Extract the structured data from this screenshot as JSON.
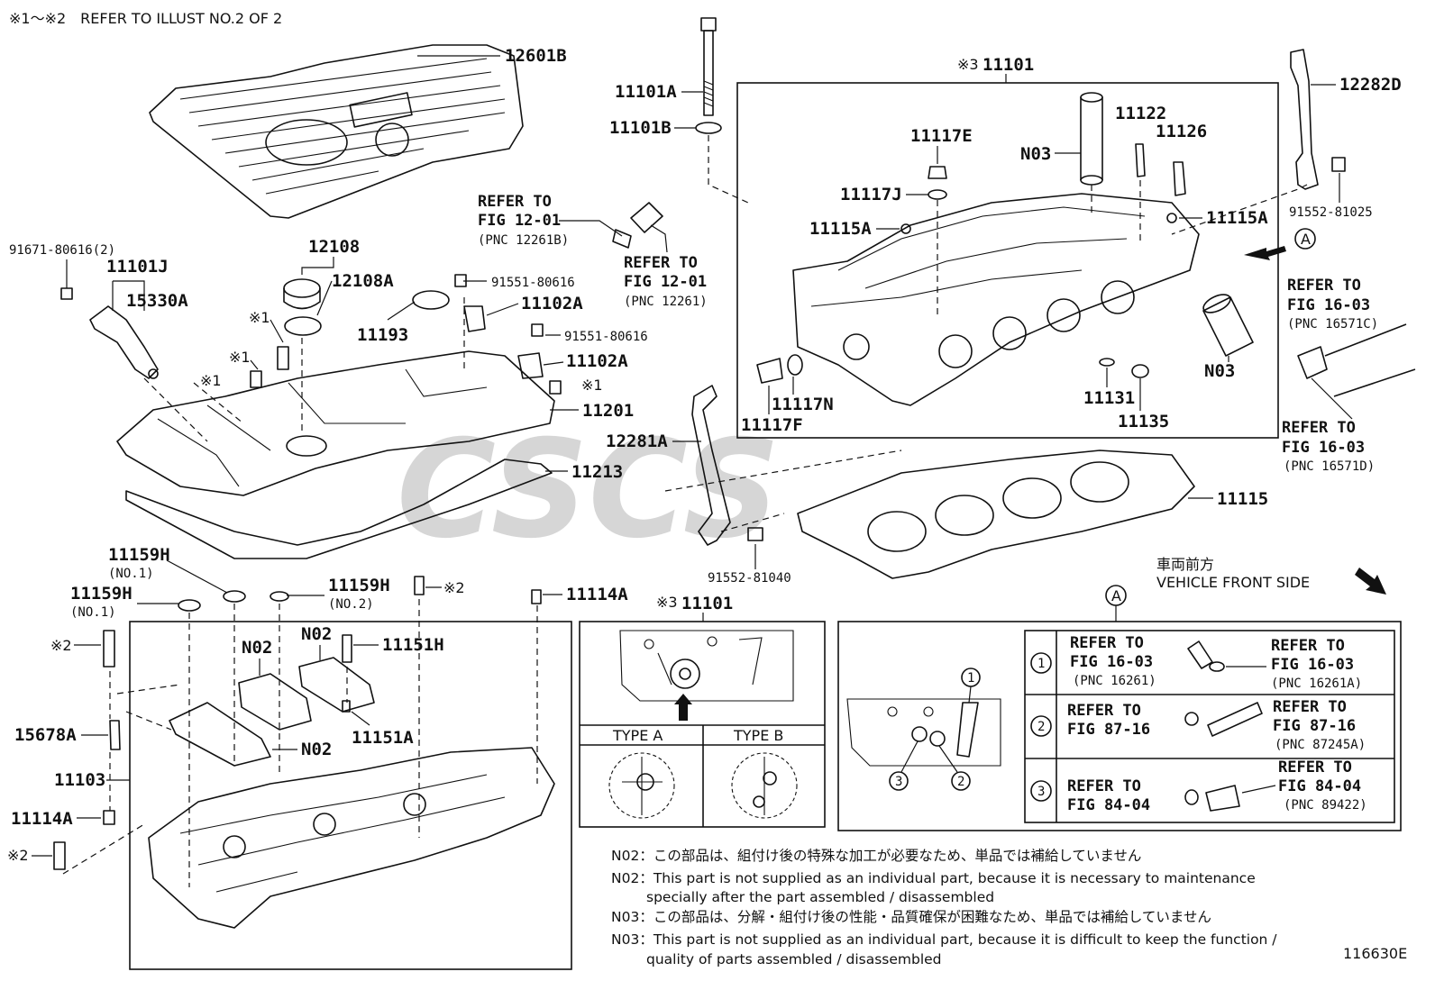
{
  "header_note": "※1～※2　REFER TO ILLUST NO.2 OF 2",
  "figure_id": "116630E",
  "watermark_text": "CSCS",
  "parts": {
    "p12601B": "12601B",
    "p91671": "91671-80616(2)",
    "p11101J": "11101J",
    "p15330A": "15330A",
    "p12108": "12108",
    "p12108A": "12108A",
    "p11193": "11193",
    "p91551a": "91551-80616",
    "p11102A_a": "11102A",
    "p91551b": "91551-80616",
    "p11102A_b": "11102A",
    "p11201": "11201",
    "p11213": "11213",
    "p11101A": "11101A",
    "p11101B": "11101B",
    "p11101_main": "11101",
    "p11117E": "11117E",
    "p11117J": "11117J",
    "pN03_a": "N03",
    "p11122": "11122",
    "p11126": "11126",
    "p11115A_a": "11115A",
    "p11115A_b": "11115A",
    "p12282D": "12282D",
    "p91552a": "91552-81025",
    "p11117N": "11117N",
    "p11117F": "11117F",
    "pN03_b": "N03",
    "p11131": "11131",
    "p11135": "11135",
    "p12281A": "12281A",
    "p11115": "11115",
    "p91552b": "91552-81040",
    "p11159H_1": "11159H",
    "p11159H_2": "11159H",
    "p11159H_3": "11159H",
    "p11114A_a": "11114A",
    "p11114A_b": "11114A",
    "pN02_a": "N02",
    "pN02_b": "N02",
    "pN02_c": "N02",
    "p11151H": "11151H",
    "p11151A": "11151A",
    "p15678A": "15678A",
    "p11103": "11103",
    "p11101_inset": "11101"
  },
  "marks": {
    "x1": "※1",
    "x2": "※2",
    "x3": "※3",
    "no1": "(NO.1)",
    "no2": "(NO.2)",
    "a": "A",
    "c1": "1",
    "c2": "2",
    "c3": "3"
  },
  "refs": {
    "r1": {
      "line1": "REFER TO",
      "line2": "FIG 12-01",
      "pnc": "(PNC 12261B)"
    },
    "r2": {
      "line1": "REFER TO",
      "line2": "FIG 12-01",
      "pnc": "(PNC 12261)"
    },
    "r3": {
      "line1": "REFER TO",
      "line2": "FIG 16-03",
      "pnc": "(PNC 16571C)"
    },
    "r4": {
      "line1": "REFER TO",
      "line2": "FIG 16-03",
      "pnc": "(PNC 16571D)"
    }
  },
  "vehicle_front": {
    "jp": "車両前方",
    "en": "VEHICLE FRONT SIDE"
  },
  "inset_types": {
    "type_a": "TYPE A",
    "type_b": "TYPE B"
  },
  "table_a": [
    {
      "num": "1",
      "left_line1": "REFER TO",
      "left_line2": "FIG 16-03",
      "left_pnc": "(PNC 16261)",
      "right_line1": "REFER TO",
      "right_line2": "FIG 16-03",
      "right_pnc": "(PNC 16261A)"
    },
    {
      "num": "2",
      "left_line1": "REFER TO",
      "left_line2": "FIG 87-16",
      "left_pnc": "",
      "right_line1": "REFER TO",
      "right_line2": "FIG 87-16",
      "right_pnc": "(PNC 87245A)"
    },
    {
      "num": "3",
      "left_line1": "REFER TO",
      "left_line2": "FIG 84-04",
      "left_pnc": "",
      "right_line1": "REFER TO",
      "right_line2": "FIG 84-04",
      "right_pnc": "(PNC 89422)"
    }
  ],
  "notes": [
    "N02：この部品は、組付け後の特殊な加工が必要なため、単品では補給していません",
    "N02：This part is not supplied as an individual part, because it is necessary to maintenance",
    "specially after the part assembled / disassembled",
    "N03：この部品は、分解・組付け後の性能・品質確保が困難なため、単品では補給していません",
    "N03：This part is not supplied as an individual part, because it is difficult to keep the function /",
    "quality of parts  assembled / disassembled"
  ]
}
